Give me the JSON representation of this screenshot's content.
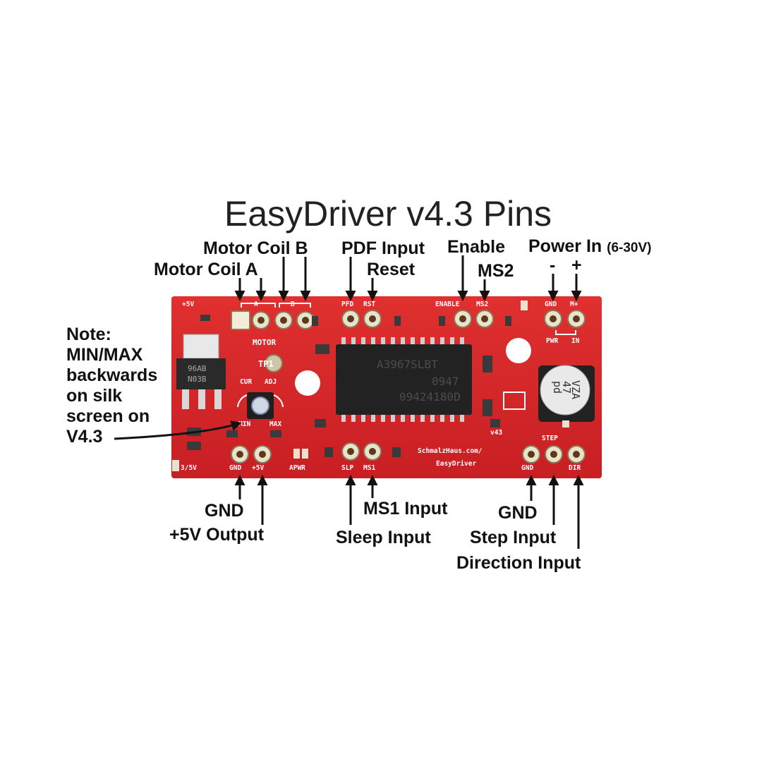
{
  "title": "EasyDriver v4.3 Pins",
  "labels": {
    "motor_coil_b": "Motor Coil B",
    "motor_coil_a": "Motor Coil A",
    "pdf_input": "PDF Input",
    "reset": "Reset",
    "enable": "Enable",
    "ms2": "MS2",
    "power_in": "Power In",
    "power_in_range": "(6-30V)",
    "minus": "-",
    "plus": "+",
    "gnd_left": "GND",
    "plus5v_output": "+5V Output",
    "ms1_input": "MS1 Input",
    "sleep_input": "Sleep Input",
    "gnd_right": "GND",
    "step_input": "Step Input",
    "direction_input": "Direction Input"
  },
  "note": "Note:\nMIN/MAX\nbackwards\non silk\nscreen on\nV4.3",
  "board_silkscreen": {
    "p5v_top": "+5V",
    "a": "A",
    "b": "B",
    "motor": "MOTOR",
    "pfd": "PFD",
    "rst": "RST",
    "enable": "ENABLE",
    "ms2": "MS2",
    "gnd_top": "GND",
    "m_plus": "M+",
    "pwr": "PWR",
    "in": "IN",
    "tp1": "TP1",
    "cur": "CUR",
    "adj": "ADJ",
    "min": "MIN",
    "max": "MAX",
    "v35": "3/5V",
    "gnd_bottom": "GND",
    "p5v_bottom": "+5V",
    "apwr": "APWR",
    "slp": "SLP",
    "ms1": "MS1",
    "url1": "SchmalzHaus.com/",
    "url2": "EasyDriver",
    "step": "STEP",
    "gnd_right": "GND",
    "dir": "DIR",
    "v43": "v43",
    "reg1": "96AB",
    "reg2": "N03B",
    "chip1": "A3967SLBT",
    "chip2": "0947",
    "chip3": "09424180D",
    "cap1": "pd",
    "cap2": "47",
    "cap3": "VZA"
  },
  "colors": {
    "pcb": "#d8262a",
    "silkscreen": "#ffffff",
    "chip": "#222222",
    "arrow": "#111111",
    "text": "#111111"
  }
}
